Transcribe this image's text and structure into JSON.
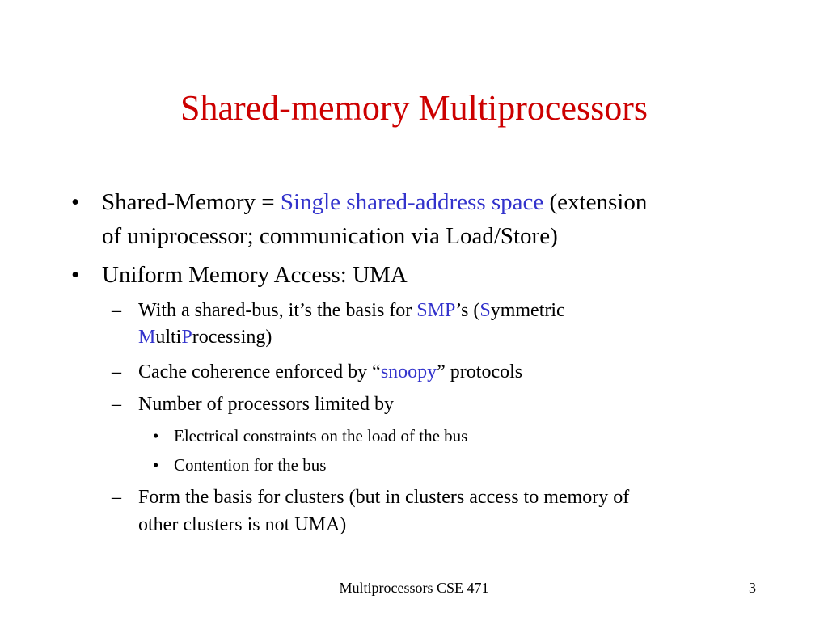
{
  "slide": {
    "title": "Shared-memory Multiprocessors",
    "title_color": "#cc0000",
    "highlight_color": "#3333cc",
    "bullet_marker": "•",
    "dash_marker": "–",
    "items": {
      "b1": {
        "p1": "Shared-Memory = ",
        "hl1": "Single shared-address space",
        "p2": " (extension",
        "line2": "of uniprocessor; communication via Load/Store)"
      },
      "b2": {
        "text": "Uniform Memory Access: UMA"
      },
      "s1": {
        "p1": "With a shared-bus, it’s the basis for ",
        "hl1": "SMP",
        "p2": "’s (",
        "hl2": "S",
        "p3": "ymmetric",
        "hl3": "M",
        "p4": "ulti",
        "hl4": "P",
        "p5": "rocessing)"
      },
      "s2": {
        "p1": "Cache coherence enforced by “",
        "hl1": "snoopy",
        "p2": "” protocols"
      },
      "s3": {
        "text": "Number of processors limited by"
      },
      "t1": {
        "text": "Electrical constraints on the load of the bus"
      },
      "t2": {
        "text": "Contention for the bus"
      },
      "s4": {
        "line1": "Form the basis for clusters (but in clusters access to memory of",
        "line2": "other clusters is not UMA)"
      }
    }
  },
  "footer": {
    "center": "Multiprocessors CSE 471",
    "page_number": "3"
  }
}
